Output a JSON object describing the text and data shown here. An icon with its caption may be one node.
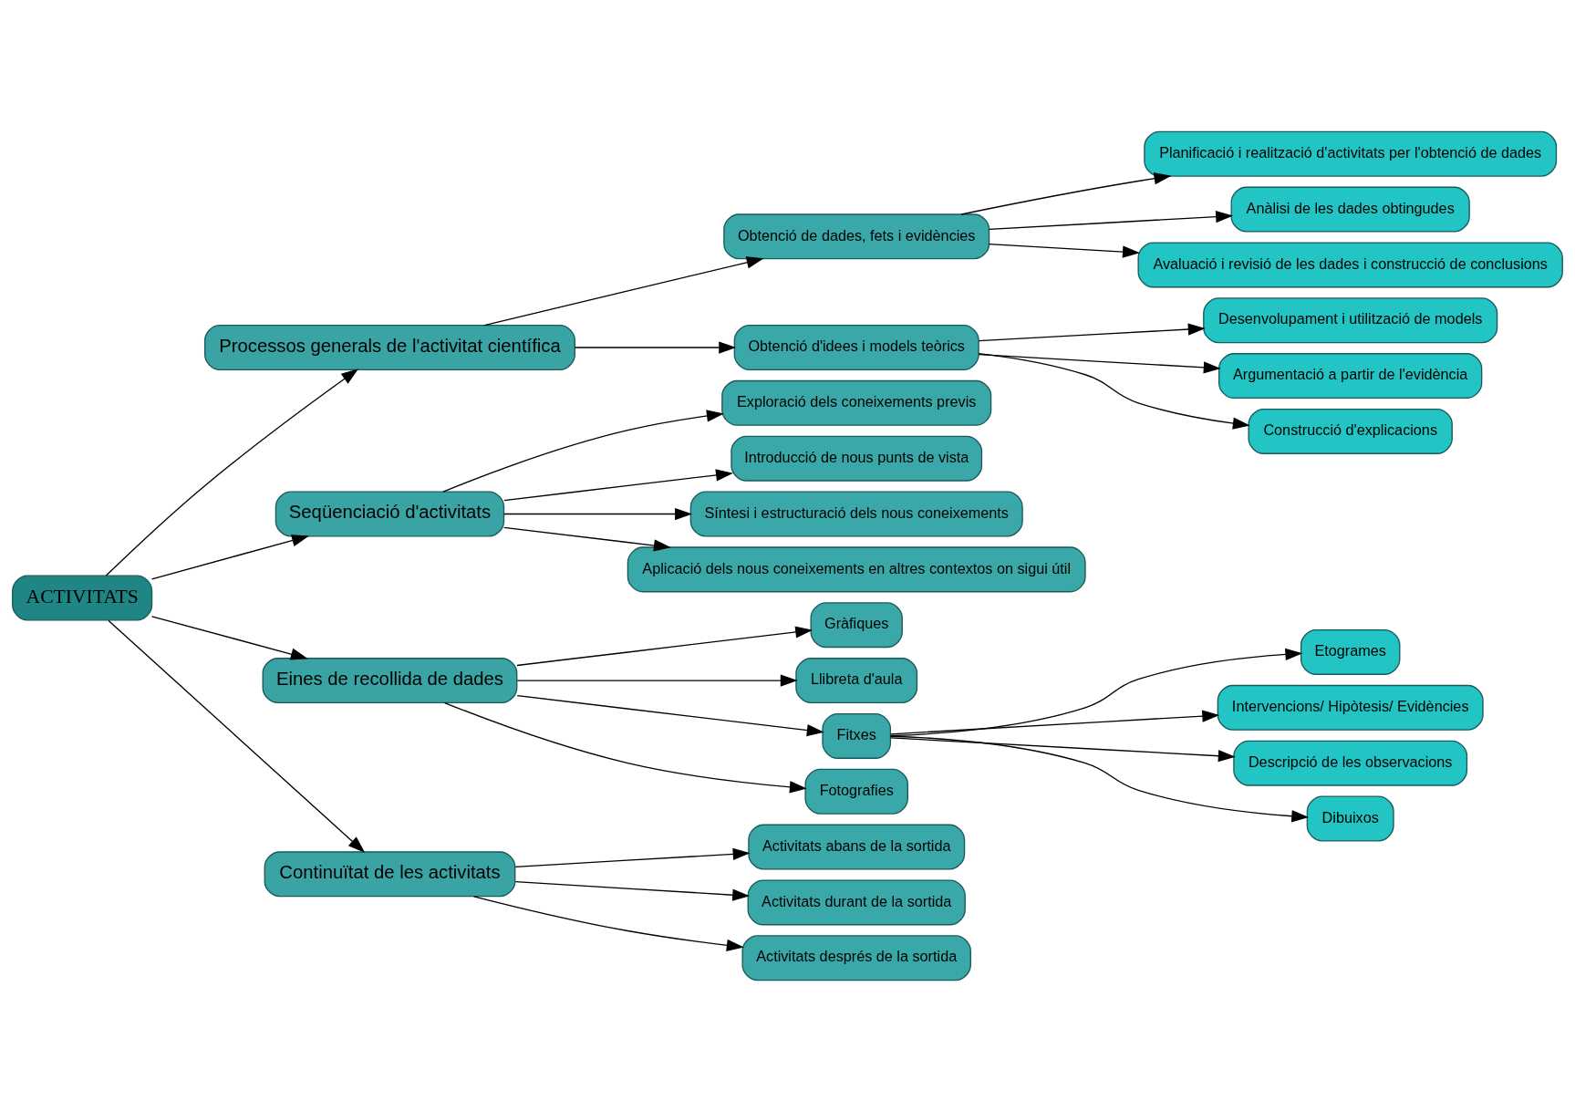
{
  "diagram": {
    "nodes": [
      {
        "text": [
          "ACTIVITATS"
        ]
      },
      {
        "text": [
          "Processos generals de l'activitat científica"
        ]
      },
      {
        "text": [
          "Obtenció de dades, fets i evidències"
        ]
      },
      {
        "text": [
          "Planificació i realització d'activitats per l'obtenció de dades"
        ]
      },
      {
        "text": [
          "Anàlisi de les dades obtingudes"
        ]
      },
      {
        "text": [
          "Avaluació i revisió de les dades i construcció de conclusions"
        ]
      },
      {
        "text": [
          "Obtenció d'idees i models teòrics"
        ]
      },
      {
        "text": [
          "Desenvolupament i utilització de models"
        ]
      },
      {
        "text": [
          "Argumentació a partir de l'evidència"
        ]
      },
      {
        "text": [
          "Construcció d'explicacions"
        ]
      },
      {
        "text": [
          "Seqüenciació d'activitats"
        ]
      },
      {
        "text": [
          "Exploració dels coneixements previs"
        ]
      },
      {
        "text": [
          "Introducció de nous punts de vista"
        ]
      },
      {
        "text": [
          "Síntesi i estructuració dels nous coneixements"
        ]
      },
      {
        "text": [
          "Aplicació dels nous coneixements en altres contextos on sigui útil"
        ]
      },
      {
        "text": [
          "Eines de recollida de dades"
        ]
      },
      {
        "text": [
          "Gràfiques"
        ]
      },
      {
        "text": [
          "Llibreta d'aula"
        ]
      },
      {
        "text": [
          "Fitxes"
        ]
      },
      {
        "text": [
          "Fotografies"
        ]
      },
      {
        "text": [
          "Etogrames"
        ]
      },
      {
        "text": [
          "Intervencions/ Hipòtesis/ Evidències"
        ]
      },
      {
        "text": [
          "Descripció de les observacions"
        ]
      },
      {
        "text": [
          "Dibuixos"
        ]
      },
      {
        "text": [
          "Continuïtat de les activitats"
        ]
      },
      {
        "text": [
          "Activitats abans de la sortida"
        ]
      },
      {
        "text": [
          "Activitats durant de la sortida"
        ]
      },
      {
        "text": [
          "Activitats després de la sortida"
        ]
      }
    ],
    "edges": [
      {
        "from": 0,
        "to": 1,
        "arrow": "to"
      },
      {
        "from": 1,
        "to": 2,
        "arrow": "to"
      },
      {
        "from": 2,
        "to": 3,
        "arrow": "to"
      },
      {
        "from": 2,
        "to": 4,
        "arrow": "to"
      },
      {
        "from": 2,
        "to": 5,
        "arrow": "to"
      },
      {
        "from": 1,
        "to": 6,
        "arrow": "to"
      },
      {
        "from": 6,
        "to": 7,
        "arrow": "to"
      },
      {
        "from": 6,
        "to": 8,
        "arrow": "to"
      },
      {
        "from": 6,
        "to": 9,
        "arrow": "to"
      },
      {
        "from": 0,
        "to": 10,
        "arrow": "to"
      },
      {
        "from": 10,
        "to": 11,
        "arrow": "to"
      },
      {
        "from": 10,
        "to": 12,
        "arrow": "to"
      },
      {
        "from": 10,
        "to": 13,
        "arrow": "to"
      },
      {
        "from": 10,
        "to": 14,
        "arrow": "to"
      },
      {
        "from": 0,
        "to": 15,
        "arrow": "to"
      },
      {
        "from": 15,
        "to": 16,
        "arrow": "to"
      },
      {
        "from": 15,
        "to": 17,
        "arrow": "to"
      },
      {
        "from": 15,
        "to": 18,
        "arrow": "to"
      },
      {
        "from": 15,
        "to": 19,
        "arrow": "to"
      },
      {
        "from": 18,
        "to": 20,
        "arrow": "to"
      },
      {
        "from": 18,
        "to": 21,
        "arrow": "to"
      },
      {
        "from": 18,
        "to": 22,
        "arrow": "to"
      },
      {
        "from": 18,
        "to": 23,
        "arrow": "to"
      },
      {
        "from": 0,
        "to": 24,
        "arrow": "to"
      },
      {
        "from": 24,
        "to": 25,
        "arrow": "to"
      },
      {
        "from": 24,
        "to": 26,
        "arrow": "to"
      },
      {
        "from": 24,
        "to": 27,
        "arrow": "to"
      }
    ]
  }
}
